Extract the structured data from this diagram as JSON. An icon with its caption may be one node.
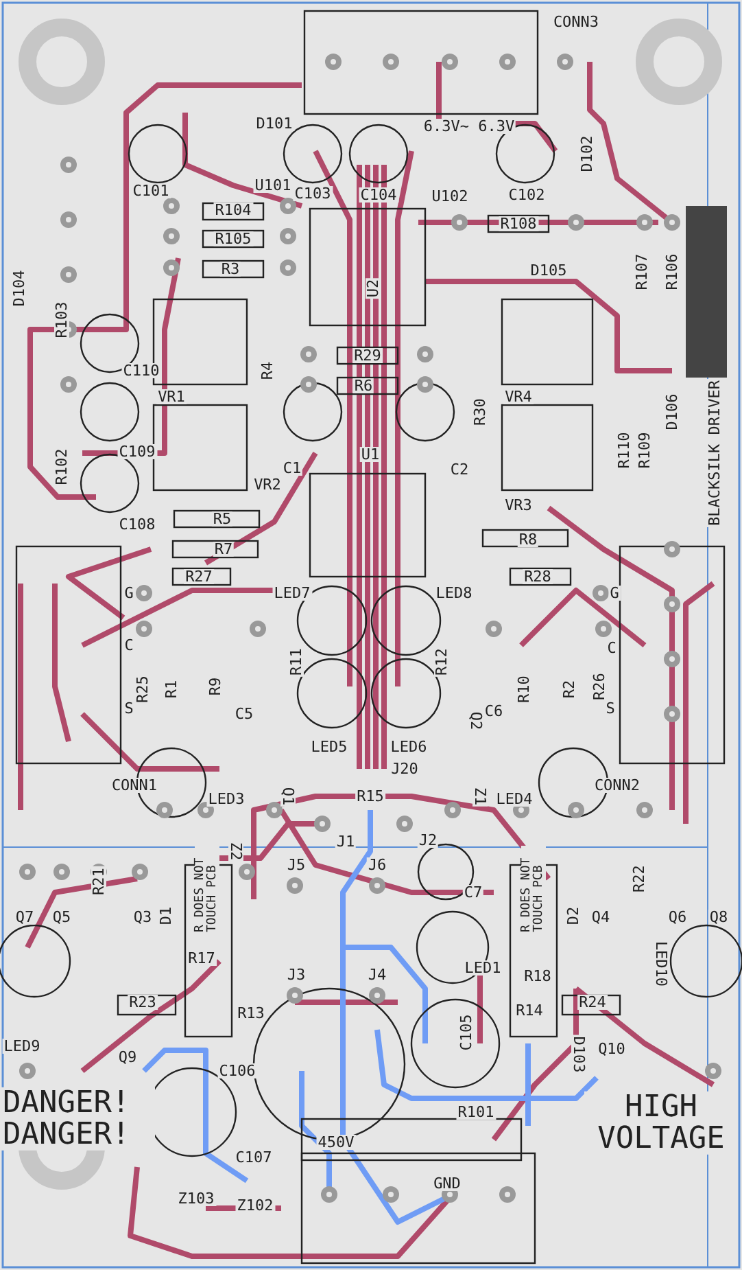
{
  "diagram": {
    "labels": [
      "CONN3",
      "D101",
      "6.3V~ 6.3V",
      "D102",
      "C101",
      "U101",
      "C103",
      "C104",
      "U102",
      "C102",
      "R104",
      "R108",
      "R105",
      "R3",
      "D105",
      "U2",
      "D104",
      "R103",
      "R107",
      "R106",
      "C110",
      "R4",
      "R29",
      "R6",
      "VR1",
      "R30",
      "VR4",
      "D106",
      "BLACKSILK DRIVER",
      "R110",
      "R109",
      "C109",
      "U1",
      "C1",
      "C2",
      "R102",
      "VR2",
      "VR3",
      "C108",
      "R5",
      "R8",
      "R7",
      "R27",
      "R28",
      "G",
      "LED7",
      "LED8",
      "G",
      "C",
      "C",
      "R25",
      "R1",
      "R9",
      "R11",
      "R12",
      "R10",
      "R2",
      "R26",
      "S",
      "S",
      "C5",
      "C6",
      "LED5",
      "LED6",
      "Q2",
      "J20",
      "CONN1",
      "CONN2",
      "LED3",
      "Q1",
      "R15",
      "Z1",
      "LED4",
      "J1",
      "J2",
      "Z2",
      "J5",
      "J6",
      "R21",
      "R DOES NOT TOUCH PCB",
      "C7",
      "R DOES NOT TOUCH PCB",
      "R22",
      "Q7",
      "Q5",
      "Q3",
      "D1",
      "D2",
      "Q4",
      "Q6",
      "Q8",
      "R17",
      "LED1",
      "LED10",
      "J3",
      "J4",
      "R18",
      "R23",
      "R24",
      "R13",
      "R14",
      "C105",
      "LED9",
      "Q9",
      "Q10",
      "D103",
      "C106",
      "R101",
      "DANGER! DANGER!",
      "HIGH VOLTAGE",
      "450V",
      "C107",
      "GND",
      "Z103",
      "Z102"
    ]
  }
}
